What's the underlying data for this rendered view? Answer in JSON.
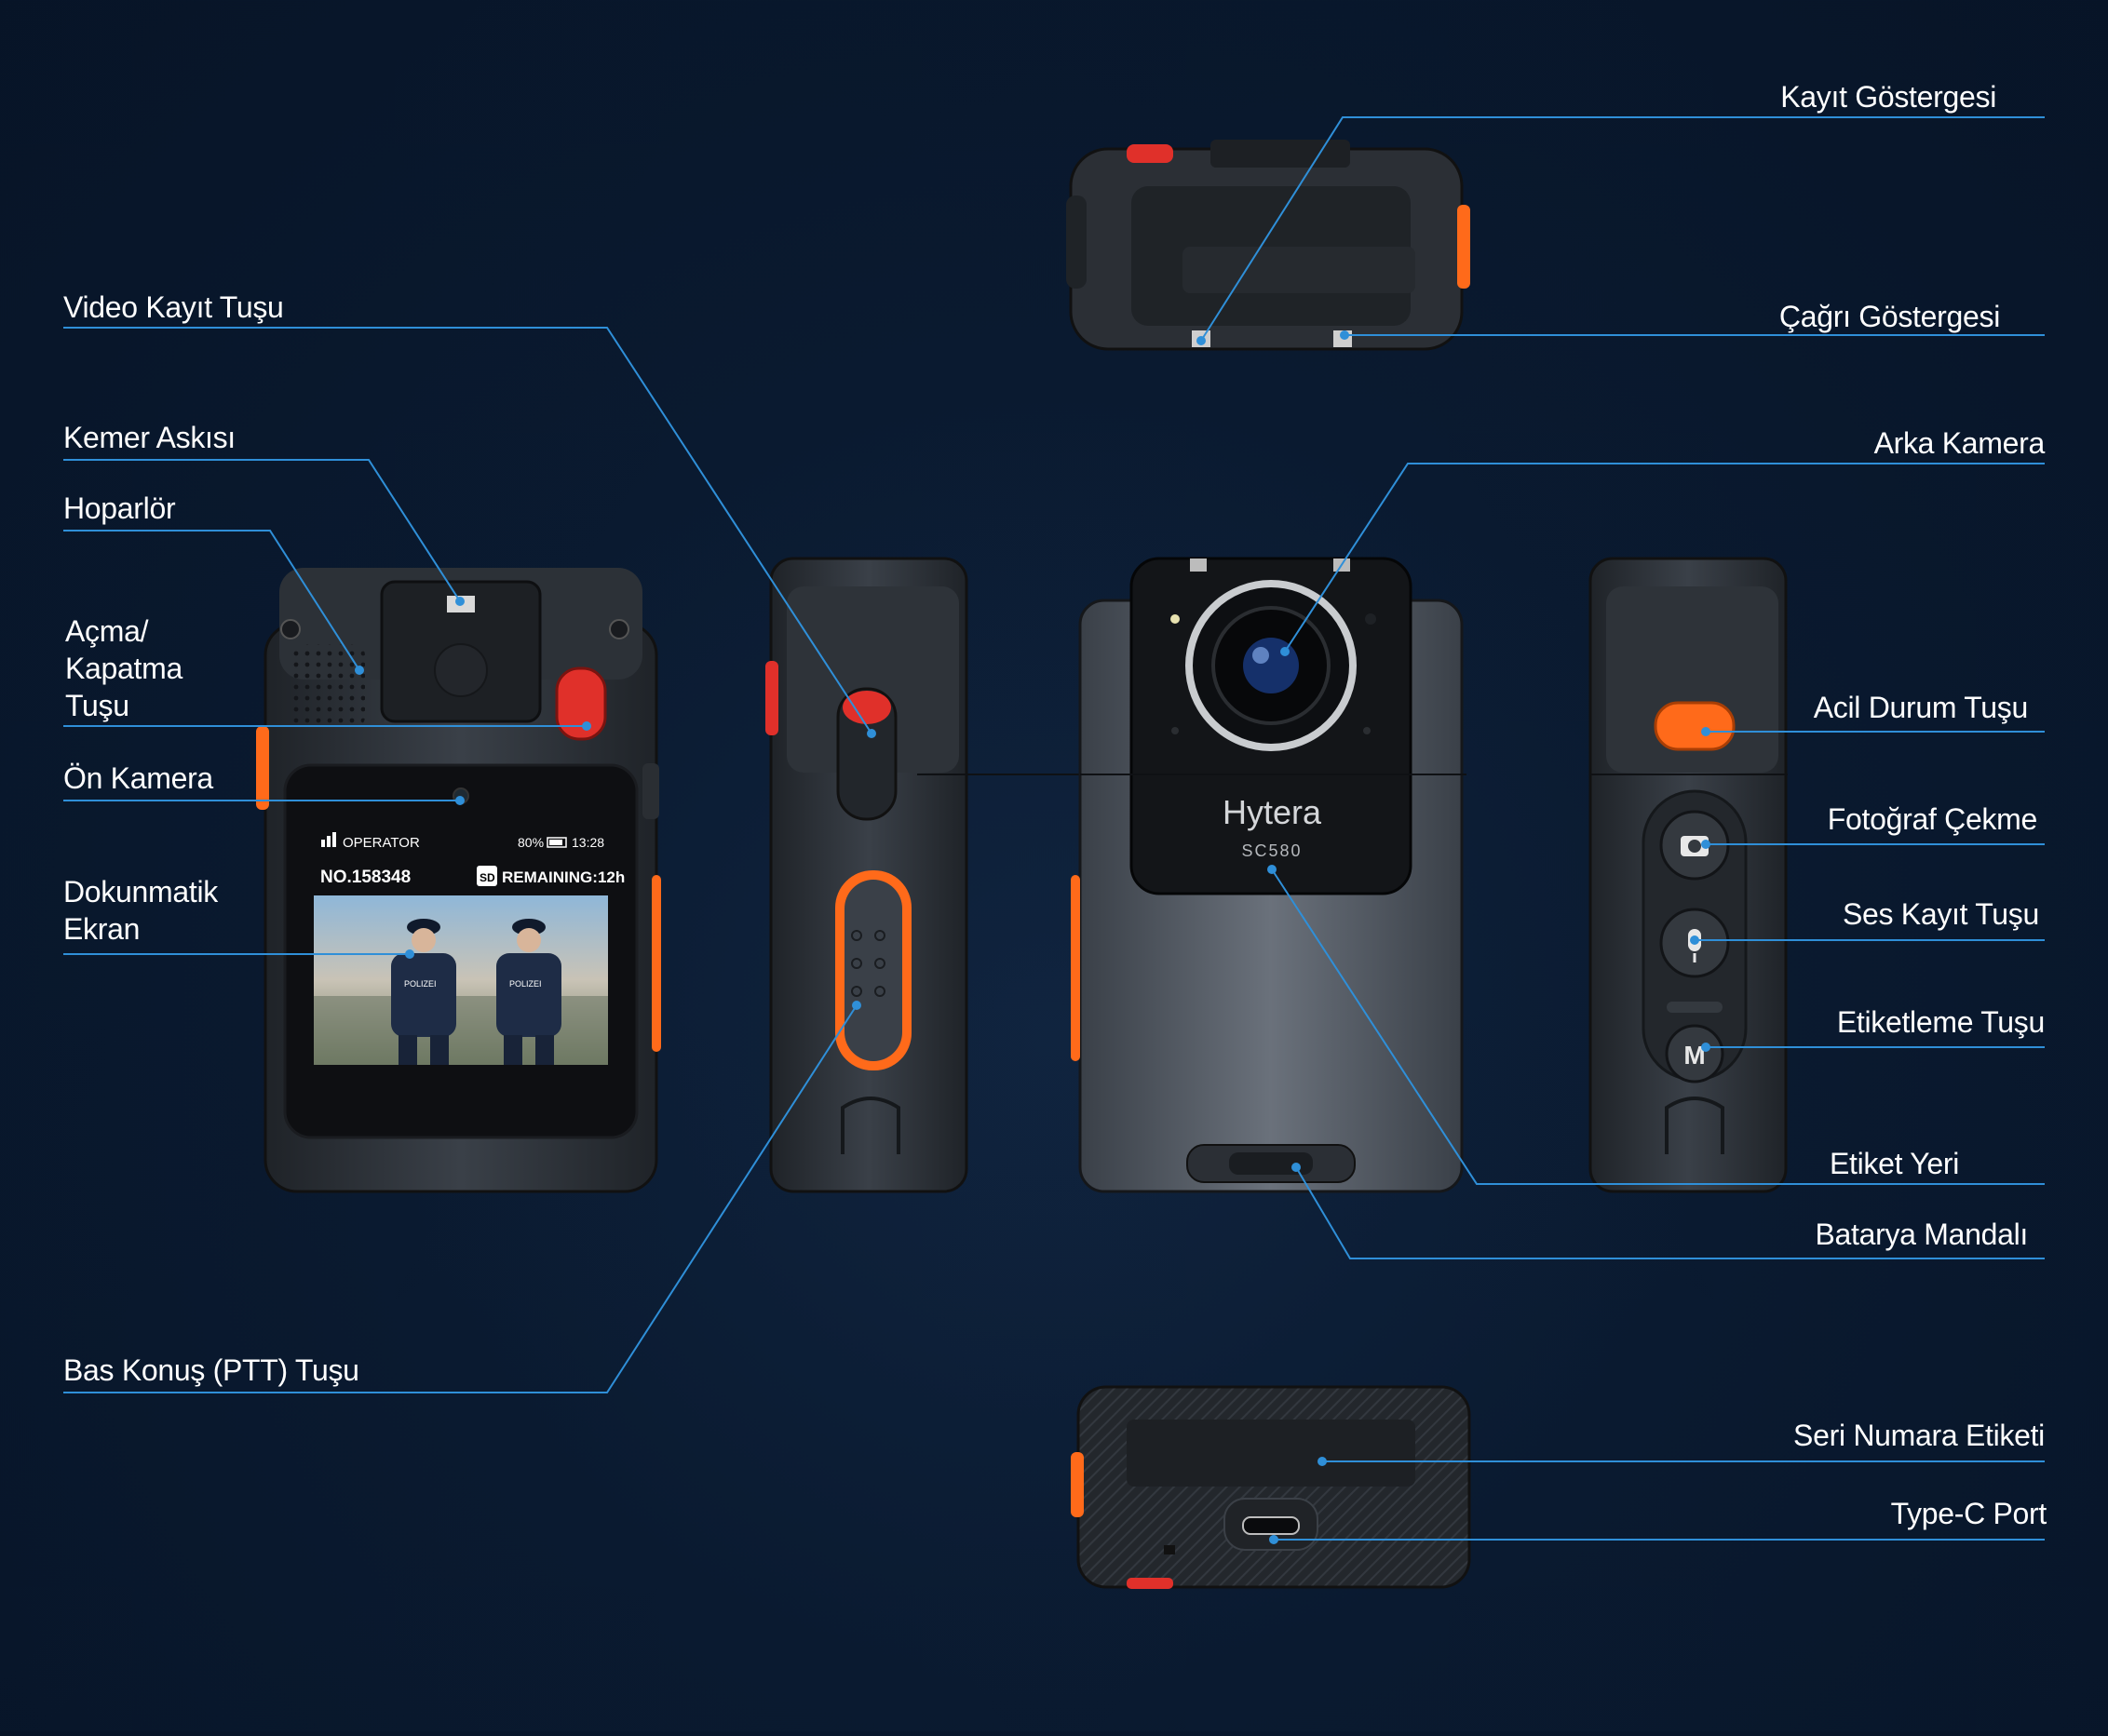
{
  "device": {
    "brand": "Hytera",
    "model": "SC580",
    "screen": {
      "operator": "OPERATOR",
      "battery": "80%",
      "time": "13:28",
      "number": "NO.158348",
      "sd_badge": "SD",
      "remaining": "REMAINING:12h",
      "vest_text": "POLIZEI"
    },
    "m_key": "M"
  },
  "callouts": {
    "kayit_gostergesi": "Kayıt Göstergesi",
    "cagri_gostergesi": "Çağrı Göstergesi",
    "video_kayit_tusu": "Video Kayıt Tuşu",
    "kemer_askisi": "Kemer Askısı",
    "hoparlor": "Hoparlör",
    "acma_kapatma_tusu": "Açma/\nKapatma\nTuşu",
    "on_kamera": "Ön Kamera",
    "dokunmatik_ekran": "Dokunmatik\nEkran",
    "bas_konus_tusu": "Bas Konuş (PTT) Tuşu",
    "arka_kamera": "Arka Kamera",
    "acil_durum_tusu": "Acil Durum Tuşu",
    "fotograf_cekme": "Fotoğraf Çekme",
    "ses_kayit_tusu": "Ses Kayıt Tuşu",
    "etiketleme_tusu": "Etiketleme Tuşu",
    "etiket_yeri": "Etiket Yeri",
    "batarya_mandali": "Batarya Mandalı",
    "seri_numara_etiketi": "Seri Numara Etiketi",
    "type_c_port": "Type-C Port"
  },
  "colors": {
    "background": "#0a1a30",
    "leader_line": "#2f8fd8",
    "body_dark": "#2b2f35",
    "body_gray": "#555c66",
    "accent_orange": "#ff6a1a",
    "record_red": "#e0302a"
  }
}
